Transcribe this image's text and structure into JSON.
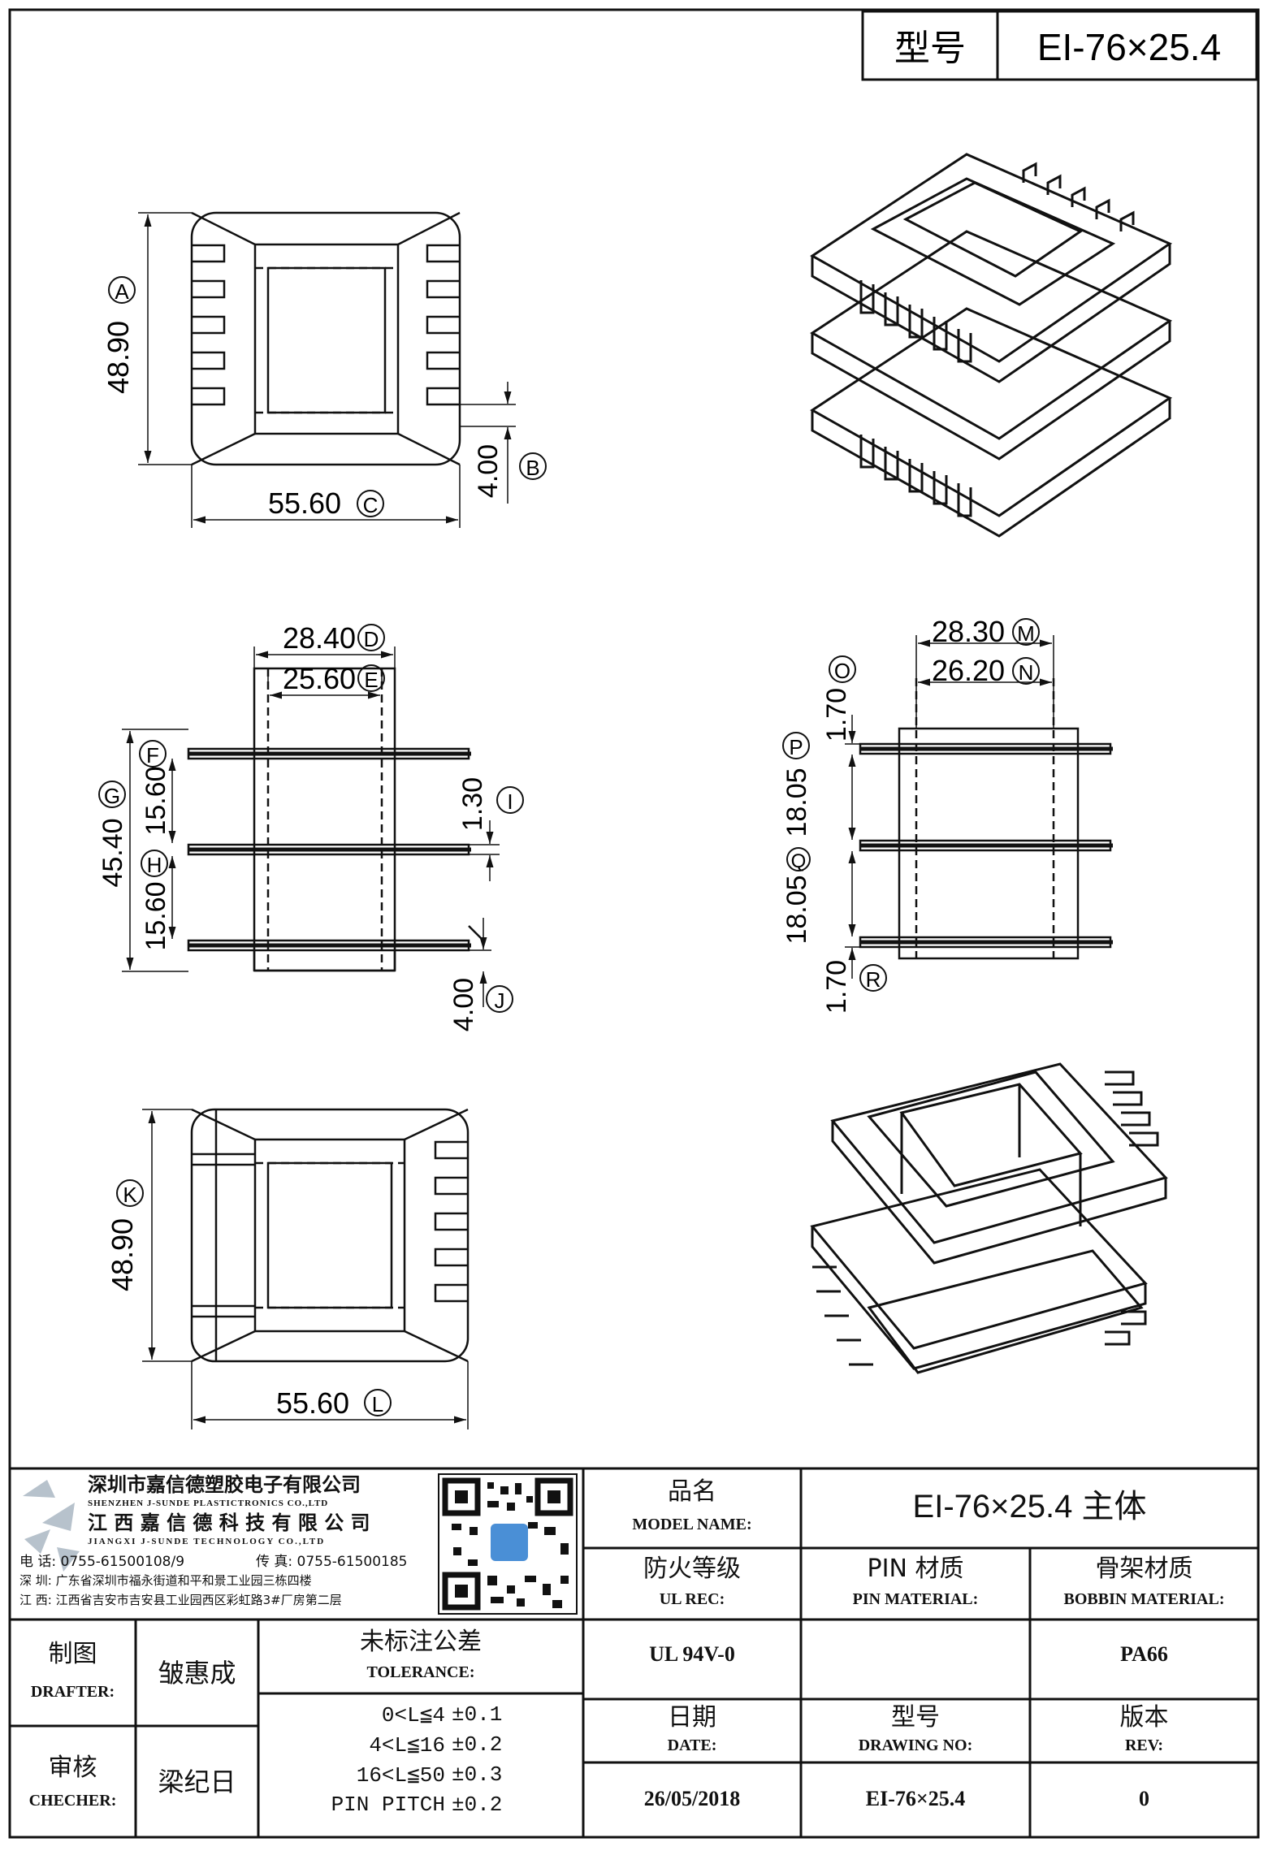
{
  "header": {
    "model_label": "型号",
    "model_value": "EI-76×25.4"
  },
  "views": {
    "top": {
      "height_dim": "48.90",
      "height_tag": "A",
      "width_dim": "55.60",
      "width_tag": "C",
      "pin_dim": "4.00",
      "pin_tag": "B"
    },
    "front": {
      "outer_width": "28.40",
      "outer_tag": "D",
      "inner_width": "25.60",
      "inner_tag": "E",
      "flange_tag": "F",
      "total_height": "45.40",
      "total_tag": "G",
      "upper_winding": "15.60",
      "lower_winding": "15.60",
      "lower_tag": "H",
      "mid_flange": "1.30",
      "mid_tag": "I",
      "pin_length": "4.00",
      "pin_tag": "J"
    },
    "side": {
      "outer_width": "28.30",
      "outer_tag": "M",
      "inner_width": "26.20",
      "inner_tag": "N",
      "top_flange": "1.70",
      "top_tag": "O",
      "upper_height": "18.05",
      "upper_tag": "P",
      "lower_height": "18.05",
      "lower_tag": "Q",
      "bottom_flange": "1.70",
      "bottom_tag": "R"
    },
    "bottom": {
      "height_dim": "48.90",
      "height_tag": "K",
      "width_dim": "55.60",
      "width_tag": "L"
    }
  },
  "company": {
    "name_cn_1": "深圳市嘉信德塑胶电子有限公司",
    "name_en_1": "SHENZHEN J-SUNDE PLASTICTRONICS CO.,LTD",
    "name_cn_2": "江 西 嘉 信 德 科 技 有 限 公 司",
    "name_en_2": "JIANGXI J-SUNDE TECHNOLOGY CO.,LTD",
    "phone": "电 话: 0755-61500108/9",
    "fax": "传 真: 0755-61500185",
    "addr_sz": "深 圳: 广东省深圳市福永街道和平和景工业园三栋四楼",
    "addr_jx": "江 西: 江西省吉安市吉安县工业园西区彩虹路3#厂房第二层"
  },
  "title_block": {
    "model_name_cn": "品名",
    "model_name_en": "MODEL NAME:",
    "model_name_value": "EI-76×25.4 主体",
    "ul_cn": "防火等级",
    "ul_en": "UL REC:",
    "ul_value": "UL 94V-0",
    "pin_cn": "PIN 材质",
    "pin_en": "PIN MATERIAL:",
    "pin_value": "",
    "bobbin_cn": "骨架材质",
    "bobbin_en": "BOBBIN MATERIAL:",
    "bobbin_value": "PA66",
    "drafter_cn": "制图",
    "drafter_en": "DRAFTER:",
    "drafter_value": "皱惠成",
    "checker_cn": "审核",
    "checker_en": "CHECHER:",
    "checker_value": "梁纪日",
    "tol_cn": "未标注公差",
    "tol_en": "TOLERANCE:",
    "tolerances": [
      {
        "range": "0<L≦4",
        "value": "±0.1"
      },
      {
        "range": "4<L≦16",
        "value": "±0.2"
      },
      {
        "range": "16<L≦50",
        "value": "±0.3"
      },
      {
        "range": "PIN PITCH",
        "value": "±0.2"
      }
    ],
    "date_cn": "日期",
    "date_en": "DATE:",
    "date_value": "26/05/2018",
    "dwg_cn": "型号",
    "dwg_en": "DRAWING NO:",
    "dwg_value": "EI-76×25.4",
    "rev_cn": "版本",
    "rev_en": "REV:",
    "rev_value": "0"
  }
}
